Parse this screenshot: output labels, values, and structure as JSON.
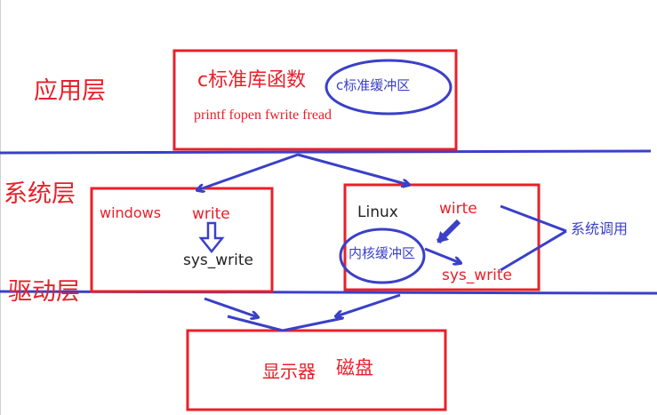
{
  "layers": {
    "application": "应用层",
    "system": "系统层",
    "driver": "驱动层"
  },
  "clib": {
    "title": "c标准库函数",
    "buffer": "c标准缓冲区",
    "functions": "printf fopen fwrite fread"
  },
  "windows": {
    "os": "windows",
    "write": "write",
    "sys_write": "sys_write"
  },
  "linux": {
    "os": "Linux",
    "write": "wirte",
    "kernel_buffer": "内核缓冲区",
    "sys_write": "sys_write"
  },
  "syscall": "系统调用",
  "device": {
    "display": "显示器",
    "disk": "磁盘"
  },
  "colors": {
    "red": "#e8202a",
    "blue": "#3a40c8",
    "text": "#222222"
  }
}
